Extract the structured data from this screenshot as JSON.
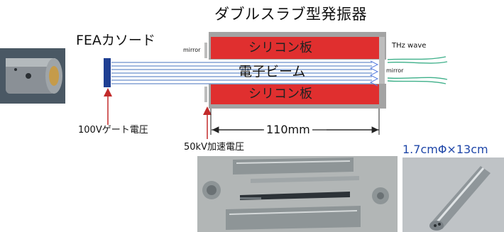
{
  "labels": {
    "title": "ダブルスラブ型発振器",
    "cathode": "FEAカソード",
    "gate_voltage": "100Vゲート電圧",
    "accel_voltage": "50kV加速電圧",
    "beam": "電子ビーム",
    "silicon_top": "シリコン板",
    "silicon_bottom": "シリコン板",
    "thz": "THz wave",
    "mirror_left": "mirror",
    "mirror_right": "mirror",
    "length": "110mm",
    "size": "1.7cmΦ×13cm"
  },
  "colors": {
    "silicon": "#e02f2f",
    "frame": "#a3a3a3",
    "cathode": "#1f3f93",
    "beam": "#6a8fcc",
    "arrow": "#c22a2a",
    "thz": "#3fb08a",
    "size_text": "#1e46a8"
  },
  "photos": [
    {
      "name": "cathode-photo",
      "subject": "FEA cathode assembly"
    },
    {
      "name": "parts-photo",
      "subject": "disassembled oscillator parts"
    },
    {
      "name": "assembly-photo",
      "subject": "assembled oscillator"
    }
  ]
}
